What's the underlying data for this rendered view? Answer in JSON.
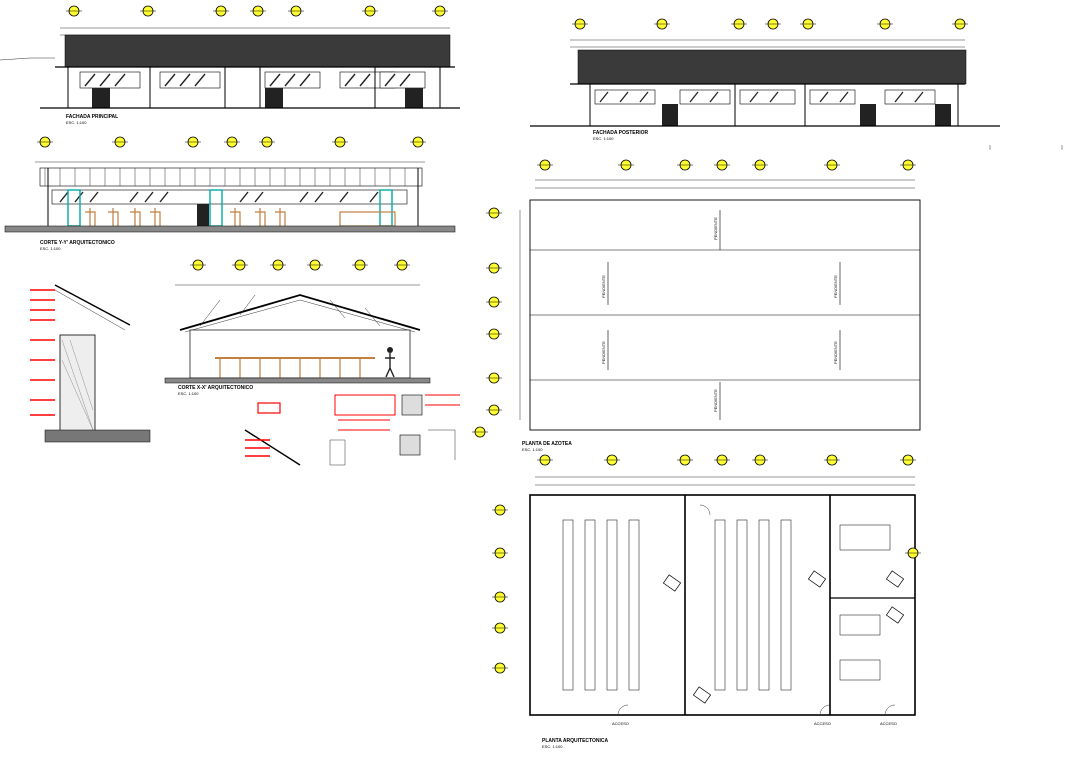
{
  "drawing": {
    "facade_front": {
      "title": "FACHADA PRINCIPAL",
      "scale": "ESC. 1:100"
    },
    "facade_rear": {
      "title": "FACHADA POSTERIOR",
      "scale": "ESC. 1:100"
    },
    "section_yy": {
      "title": "CORTE Y-Y' ARQUITECTONICO",
      "scale": "ESC. 1:100"
    },
    "section_xx": {
      "title": "CORTE X-X' ARQUITECTONICO",
      "scale": "ESC. 1:100"
    },
    "roof_plan": {
      "title": "PLANTA DE AZOTEA",
      "scale": "ESC. 1:100",
      "slope_label": "PENDIENTE"
    },
    "floor_plan": {
      "title": "PLANTA ARQUITECTONICA",
      "scale": "ESC. 1:100",
      "access_label": "ACCESO"
    }
  },
  "colors": {
    "axis_marker": "#ffff33",
    "detail_accent": "#ff0000",
    "window_accent": "#00aaaa",
    "furniture": "#c08040",
    "line": "#000000"
  },
  "icons": [
    "axis-marker-icon",
    "person-figure-icon",
    "door-swing-icon",
    "section-cut-icon"
  ]
}
